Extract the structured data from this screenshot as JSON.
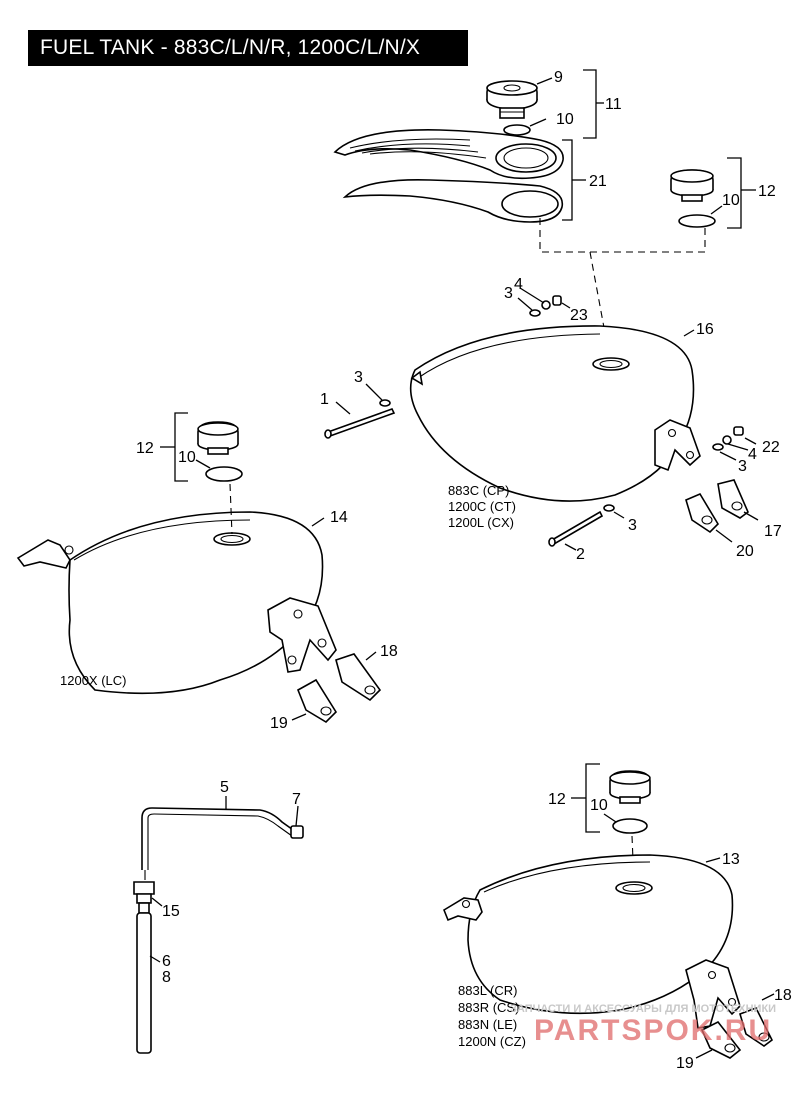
{
  "title": "FUEL TANK - 883C/L/N/R, 1200C/L/N/X",
  "callouts": {
    "c1": "1",
    "c2": "2",
    "c3a": "3",
    "c3b": "3",
    "c3c": "3",
    "c3d": "3",
    "c4a": "4",
    "c4b": "4",
    "c5": "5",
    "c6": "6",
    "c7": "7",
    "c8": "8",
    "c9": "9",
    "c10a": "10",
    "c10b": "10",
    "c10c": "10",
    "c10d": "10",
    "c11": "11",
    "c12a": "12",
    "c12b": "12",
    "c12c": "12",
    "c13": "13",
    "c14": "14",
    "c15": "15",
    "c16": "16",
    "c17": "17",
    "c18a": "18",
    "c18b": "18",
    "c19a": "19",
    "c19b": "19",
    "c20": "20",
    "c21": "21",
    "c22": "22",
    "c23": "23"
  },
  "model_labels": {
    "tank16": [
      "883C (CP)",
      "1200C (CT)",
      "1200L (CX)"
    ],
    "tank14": "1200X (LC)",
    "tank13": [
      "883L (CR)",
      "883R (CS)",
      "883N (LE)",
      "1200N (CZ)"
    ]
  },
  "watermark": {
    "tagline": "ЗАПЧАСТИ И АКСЕССУАРЫ ДЛЯ МОТОТЕХНИКИ",
    "brand": "PARTSPOK.RU"
  }
}
